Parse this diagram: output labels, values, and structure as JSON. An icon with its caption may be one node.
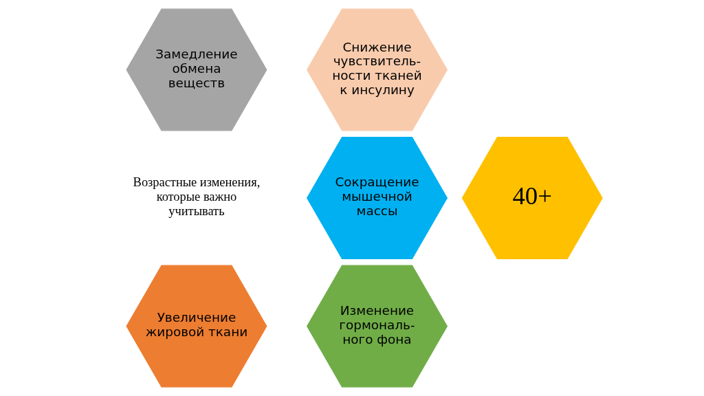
{
  "diagram": {
    "nodes": [
      {
        "text": [
          "Замедление обмена веществ"
        ]
      },
      {
        "text": [
          "Снижение чувствитель- ности тканей к инсулину"
        ]
      },
      {
        "text": [
          "40+"
        ]
      },
      {
        "text": [
          "Сокращение мышечной массы"
        ]
      },
      {
        "text": [
          "Увеличение жировой ткани"
        ]
      },
      {
        "text": [
          "Изменение гормональ- ного фона"
        ]
      }
    ],
    "labels": [
      "Возрастные изменения, которые важно учитывать"
    ]
  }
}
